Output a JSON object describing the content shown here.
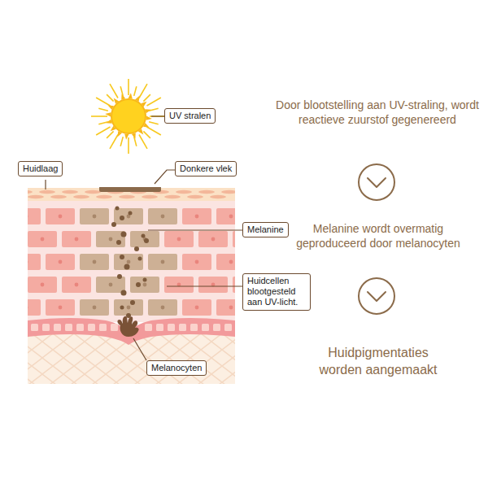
{
  "diagram": {
    "nodes": [
      {
        "text": [
          "UV stralen"
        ]
      },
      {
        "text": [
          "Huidlaag"
        ]
      },
      {
        "text": [
          "Donkere vlek"
        ]
      },
      {
        "text": [
          "Melanine"
        ]
      },
      {
        "text": [
          "Huidcellen blootgesteld aan UV-licht."
        ]
      },
      {
        "text": [
          "Melanocyten"
        ]
      }
    ],
    "labels": [
      "Door blootstelling aan UV-straling, wordt reactieve zuurstof gegenereerd",
      "Melanine wordt overmatig geproduceerd door melanocyten",
      "Huidpigmentaties worden aangemaakt"
    ]
  }
}
